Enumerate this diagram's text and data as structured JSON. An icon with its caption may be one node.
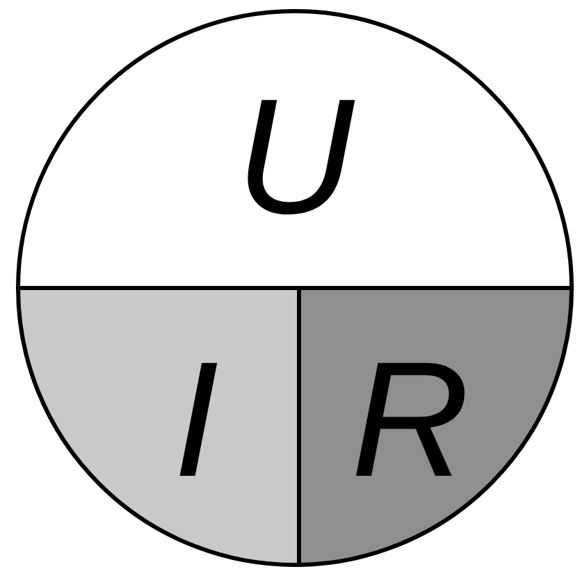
{
  "diagram": {
    "nodes": [
      {
        "text": [
          "U"
        ]
      },
      {
        "text": [
          "I"
        ]
      },
      {
        "text": [
          "R"
        ]
      }
    ]
  }
}
